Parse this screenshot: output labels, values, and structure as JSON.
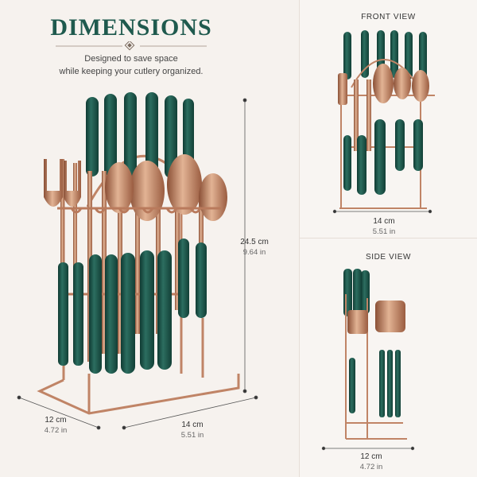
{
  "main": {
    "title": "DIMENSIONS",
    "subtitle_line1": "Designed to save space",
    "subtitle_line2": "while keeping your cutlery organized.",
    "height_cm": "24.5 cm",
    "height_in": "9.64 in",
    "depth_cm": "12 cm",
    "depth_in": "4.72 in",
    "width_cm": "14 cm",
    "width_in": "5.51 in"
  },
  "front_view": {
    "title": "FRONT VIEW",
    "width_cm": "14 cm",
    "width_in": "5.51 in"
  },
  "side_view": {
    "title": "SIDE VIEW",
    "depth_cm": "12 cm",
    "depth_in": "4.72 in"
  },
  "colors": {
    "accent_green": "#1f5a4e",
    "handle_green": "#184a40",
    "rose_gold": "#c58a6a",
    "background": "#f6f2ee"
  },
  "icons": [
    "diamond-ornament-icon",
    "cutlery-rack-illustration"
  ]
}
